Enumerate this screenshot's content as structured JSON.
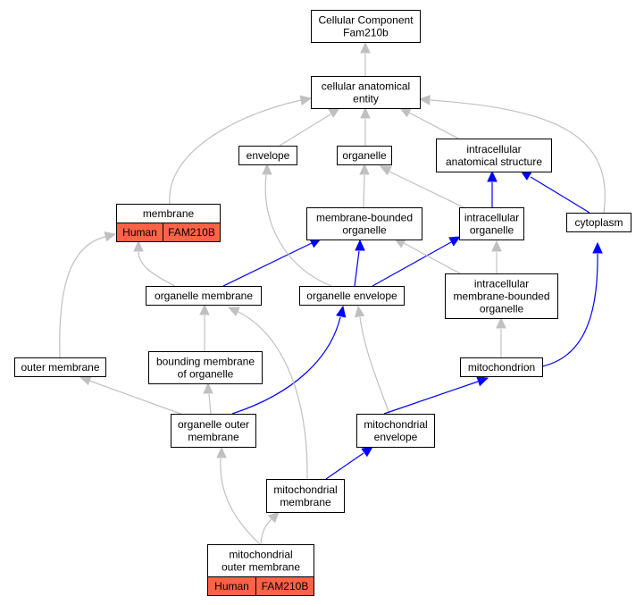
{
  "colors": {
    "gray_edge": "#c0c0c0",
    "blue_edge": "#0000ff",
    "annotation_fill": "#ff6347",
    "node_border": "#000000",
    "node_fill": "#ffffff"
  },
  "nodes": {
    "cc": {
      "lines": [
        "Cellular Component",
        "Fam210b"
      ]
    },
    "cae": {
      "lines": [
        "cellular anatomical",
        "entity"
      ]
    },
    "envelope": {
      "lines": [
        "envelope"
      ]
    },
    "organelle": {
      "lines": [
        "organelle"
      ]
    },
    "ias": {
      "lines": [
        "intracellular",
        "anatomical structure"
      ]
    },
    "membrane": {
      "lines": [
        "membrane"
      ],
      "annotation": [
        "Human",
        "FAM210B"
      ]
    },
    "mbo": {
      "lines": [
        "membrane-bounded",
        "organelle"
      ]
    },
    "io": {
      "lines": [
        "intracellular",
        "organelle"
      ]
    },
    "cytoplasm": {
      "lines": [
        "cytoplasm"
      ]
    },
    "om": {
      "lines": [
        "organelle membrane"
      ]
    },
    "oe": {
      "lines": [
        "organelle envelope"
      ]
    },
    "imbo": {
      "lines": [
        "intracellular",
        "membrane-bounded",
        "organelle"
      ]
    },
    "outer": {
      "lines": [
        "outer membrane"
      ]
    },
    "bmo": {
      "lines": [
        "bounding membrane",
        "of organelle"
      ]
    },
    "mito": {
      "lines": [
        "mitochondrion"
      ]
    },
    "oom": {
      "lines": [
        "organelle outer",
        "membrane"
      ]
    },
    "menv": {
      "lines": [
        "mitochondrial",
        "envelope"
      ]
    },
    "mm": {
      "lines": [
        "mitochondrial",
        "membrane"
      ]
    },
    "mom": {
      "lines": [
        "mitochondrial",
        "outer membrane"
      ],
      "annotation": [
        "Human",
        "FAM210B"
      ]
    }
  },
  "edges": [
    {
      "from": "cae",
      "to": "cc",
      "kind": "is_a"
    },
    {
      "from": "envelope",
      "to": "cae",
      "kind": "is_a"
    },
    {
      "from": "organelle",
      "to": "cae",
      "kind": "is_a"
    },
    {
      "from": "ias",
      "to": "cae",
      "kind": "is_a"
    },
    {
      "from": "membrane",
      "to": "cae",
      "kind": "is_a"
    },
    {
      "from": "cytoplasm",
      "to": "cae",
      "kind": "is_a"
    },
    {
      "from": "mbo",
      "to": "organelle",
      "kind": "is_a"
    },
    {
      "from": "io",
      "to": "organelle",
      "kind": "is_a"
    },
    {
      "from": "io",
      "to": "ias",
      "kind": "part_of"
    },
    {
      "from": "cytoplasm",
      "to": "ias",
      "kind": "part_of"
    },
    {
      "from": "om",
      "to": "membrane",
      "kind": "is_a"
    },
    {
      "from": "om",
      "to": "mbo",
      "kind": "part_of"
    },
    {
      "from": "oe",
      "to": "envelope",
      "kind": "is_a"
    },
    {
      "from": "oe",
      "to": "mbo",
      "kind": "part_of"
    },
    {
      "from": "oe",
      "to": "io",
      "kind": "part_of"
    },
    {
      "from": "imbo",
      "to": "mbo",
      "kind": "is_a"
    },
    {
      "from": "imbo",
      "to": "io",
      "kind": "is_a"
    },
    {
      "from": "outer",
      "to": "membrane",
      "kind": "is_a"
    },
    {
      "from": "bmo",
      "to": "om",
      "kind": "is_a"
    },
    {
      "from": "mito",
      "to": "imbo",
      "kind": "is_a"
    },
    {
      "from": "mito",
      "to": "cytoplasm",
      "kind": "part_of"
    },
    {
      "from": "oom",
      "to": "outer",
      "kind": "is_a"
    },
    {
      "from": "oom",
      "to": "bmo",
      "kind": "is_a"
    },
    {
      "from": "oom",
      "to": "oe",
      "kind": "part_of"
    },
    {
      "from": "menv",
      "to": "oe",
      "kind": "is_a"
    },
    {
      "from": "menv",
      "to": "mito",
      "kind": "part_of"
    },
    {
      "from": "mm",
      "to": "om",
      "kind": "is_a"
    },
    {
      "from": "mm",
      "to": "menv",
      "kind": "part_of"
    },
    {
      "from": "mom",
      "to": "oom",
      "kind": "is_a"
    },
    {
      "from": "mom",
      "to": "mm",
      "kind": "is_a"
    }
  ]
}
